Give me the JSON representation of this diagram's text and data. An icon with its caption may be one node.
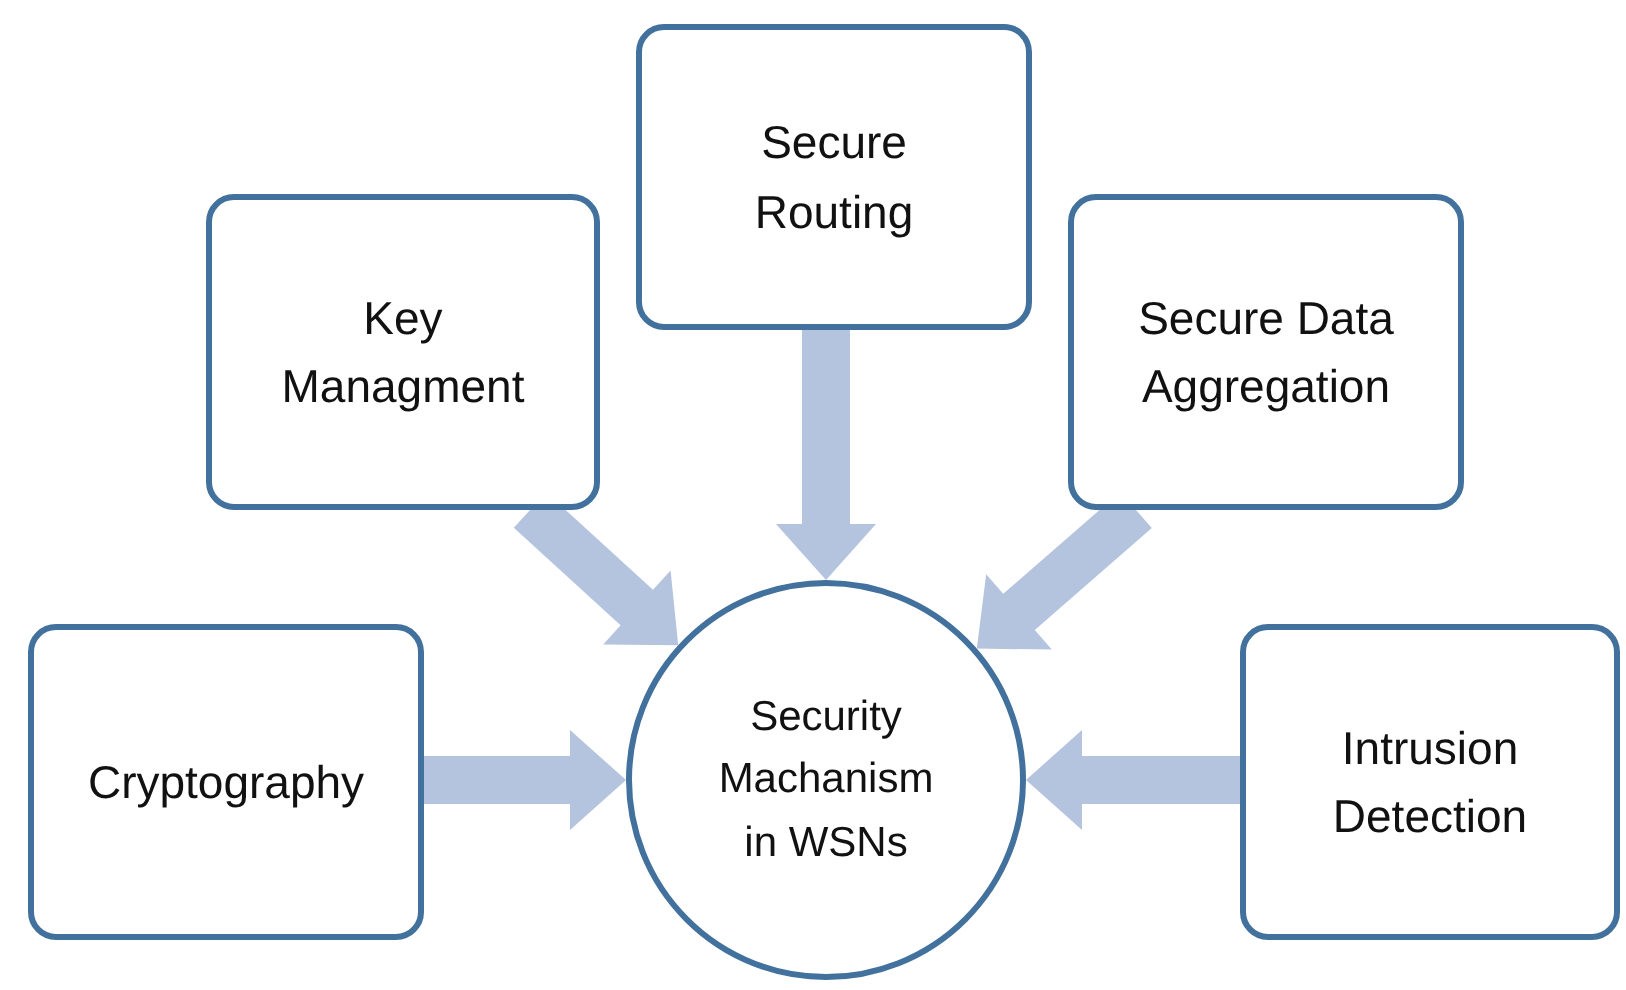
{
  "diagram": {
    "nodes": [
      {
        "text": [
          "Key Managment"
        ]
      },
      {
        "text": [
          "Secure Routing"
        ]
      },
      {
        "text": [
          "Secure Data Aggregation"
        ]
      },
      {
        "text": [
          "Cryptography"
        ]
      },
      {
        "text": [
          "Intrusion Detection"
        ]
      },
      {
        "text": [
          "Security Machanism in WSNs"
        ]
      }
    ],
    "edges": [
      {
        "from": 0,
        "to": 5,
        "arrow": "to"
      },
      {
        "from": 1,
        "to": 5,
        "arrow": "to"
      },
      {
        "from": 2,
        "to": 5,
        "arrow": "to"
      },
      {
        "from": 3,
        "to": 5,
        "arrow": "to"
      },
      {
        "from": 4,
        "to": 5,
        "arrow": "to"
      }
    ]
  }
}
